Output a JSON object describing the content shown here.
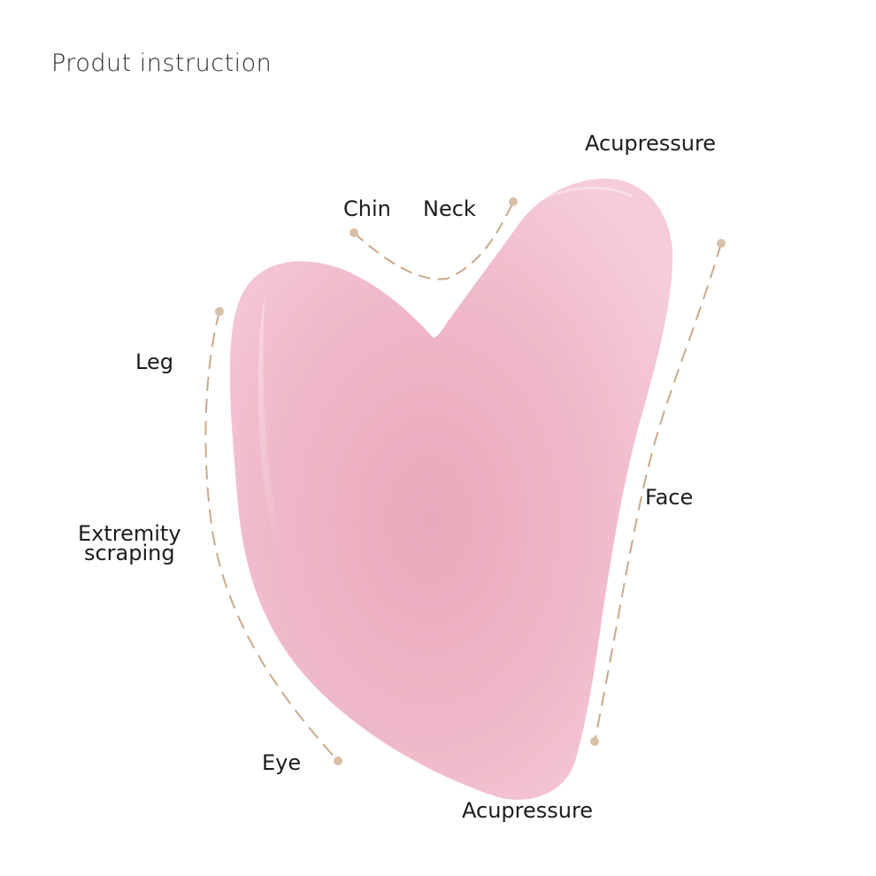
{
  "title": "Produt instruction",
  "labels": {
    "acupressure_top": "Acupressure",
    "chin": "Chin",
    "neck": "Neck",
    "leg": "Leg",
    "face": "Face",
    "extremity_line1": "Extremity",
    "extremity_line2": "scraping",
    "eye": "Eye",
    "acupressure_bottom": "Acupressure"
  },
  "colors": {
    "stone_light": "#f3c2d0",
    "stone_mid": "#ebb0c1",
    "stone_dark": "#df9bb0",
    "guide_line": "#c9a98a",
    "guide_dot": "#d8bfa8",
    "text": "#1c1c1c"
  }
}
